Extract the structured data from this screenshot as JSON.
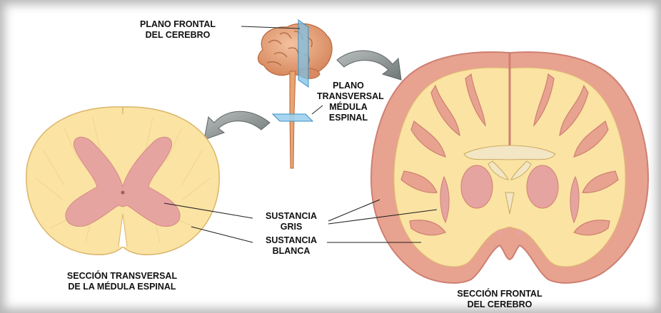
{
  "labels": {
    "frontal_plane": [
      "PLANO FRONTAL",
      "DEL CEREBRO"
    ],
    "transverse_plane": [
      "PLANO",
      "TRANSVERSAL",
      "MÉDULA",
      "ESPINAL"
    ],
    "gray_matter": [
      "SUSTANCIA",
      "GRIS"
    ],
    "white_matter": [
      "SUSTANCIA",
      "BLANCA"
    ],
    "spinal_section": [
      "SECCIÓN TRANSVERSAL",
      "DE LA MÉDULA ESPINAL"
    ],
    "brain_section": [
      "SECCIÓN FRONTAL",
      "DEL CEREBRO"
    ]
  },
  "colors": {
    "white_matter": "#fbe3a3",
    "gray_matter": "#e6a4a0",
    "cortex_outline": "#d77f7a",
    "brain_tissue": "#e8a27b",
    "plane_blue": "#7cc0e6",
    "arrow_gray": "#8a9090",
    "ventricle": "#f2e6c4"
  }
}
